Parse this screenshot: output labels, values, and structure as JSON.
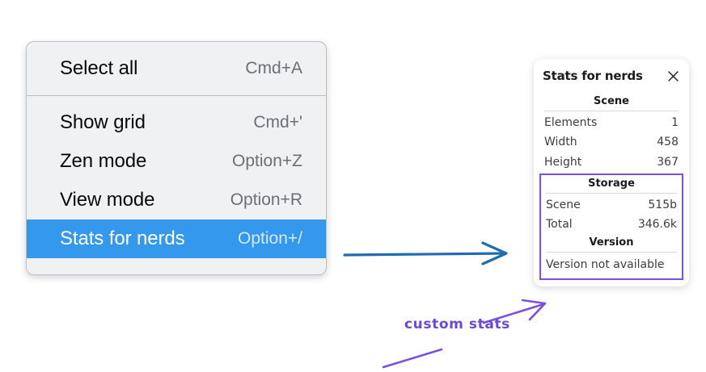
{
  "context_menu": {
    "groups": [
      {
        "items": [
          {
            "label": "Select all",
            "shortcut": "Cmd+A",
            "highlighted": false
          }
        ]
      },
      {
        "items": [
          {
            "label": "Show grid",
            "shortcut": "Cmd+'",
            "highlighted": false
          },
          {
            "label": "Zen mode",
            "shortcut": "Option+Z",
            "highlighted": false
          },
          {
            "label": "View mode",
            "shortcut": "Option+R",
            "highlighted": false
          },
          {
            "label": "Stats for nerds",
            "shortcut": "Option+/",
            "highlighted": true
          }
        ]
      }
    ]
  },
  "stats_panel": {
    "title": "Stats for nerds",
    "close_icon": "close-icon",
    "sections": [
      {
        "heading": "Scene",
        "rows": [
          {
            "key": "Elements",
            "value": "1"
          },
          {
            "key": "Width",
            "value": "458"
          },
          {
            "key": "Height",
            "value": "367"
          }
        ]
      },
      {
        "heading": "Storage",
        "rows": [
          {
            "key": "Scene",
            "value": "515b"
          },
          {
            "key": "Total",
            "value": "346.6k"
          }
        ]
      },
      {
        "heading": "Version",
        "full_row": "Version not available"
      }
    ]
  },
  "annotations": {
    "custom_stats_label": "custom stats",
    "blue_arrow": "arrow-right-icon",
    "purple_arrow": "arrow-up-right-icon"
  },
  "colors": {
    "menu_background": "#f0f1f3",
    "menu_border": "#b9c0c9",
    "highlight_blue": "#3498ec",
    "highlight_text": "#ffffff",
    "shortcut_gray": "#6e6e73",
    "panel_background": "#ffffff",
    "annotation_purple": "#7b4fe0",
    "annotation_blue": "#1f6cb0"
  }
}
